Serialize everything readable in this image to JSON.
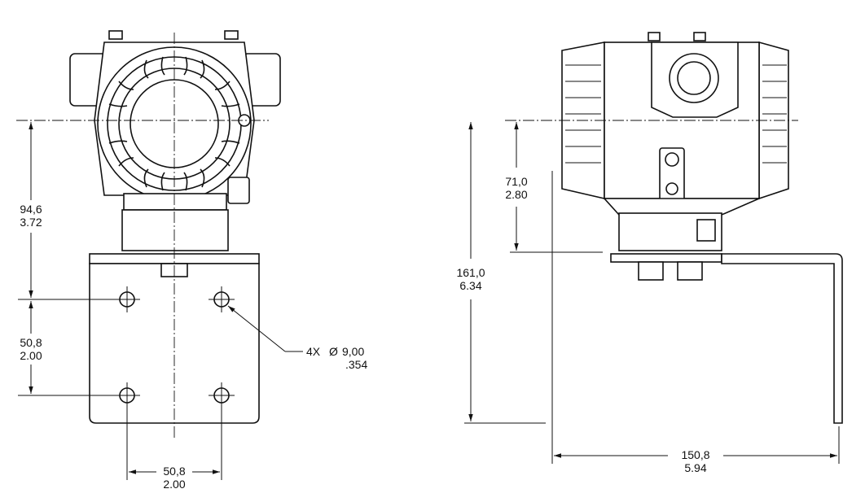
{
  "front_view": {
    "dim_vertical_upper": {
      "metric": "94,6",
      "imperial": "3.72"
    },
    "dim_vertical_lower": {
      "metric": "50,8",
      "imperial": "2.00"
    },
    "dim_horizontal_holes": {
      "metric": "50,8",
      "imperial": "2.00"
    },
    "hole_callout": {
      "count": "4X",
      "symbol": "Ø",
      "metric": "9,00",
      "imperial": ".354"
    }
  },
  "side_view": {
    "dim_height_upper": {
      "metric": "71,0",
      "imperial": "2.80"
    },
    "dim_height_total": {
      "metric": "161,0",
      "imperial": "6.34"
    },
    "dim_width": {
      "metric": "150,8",
      "imperial": "5.94"
    }
  }
}
